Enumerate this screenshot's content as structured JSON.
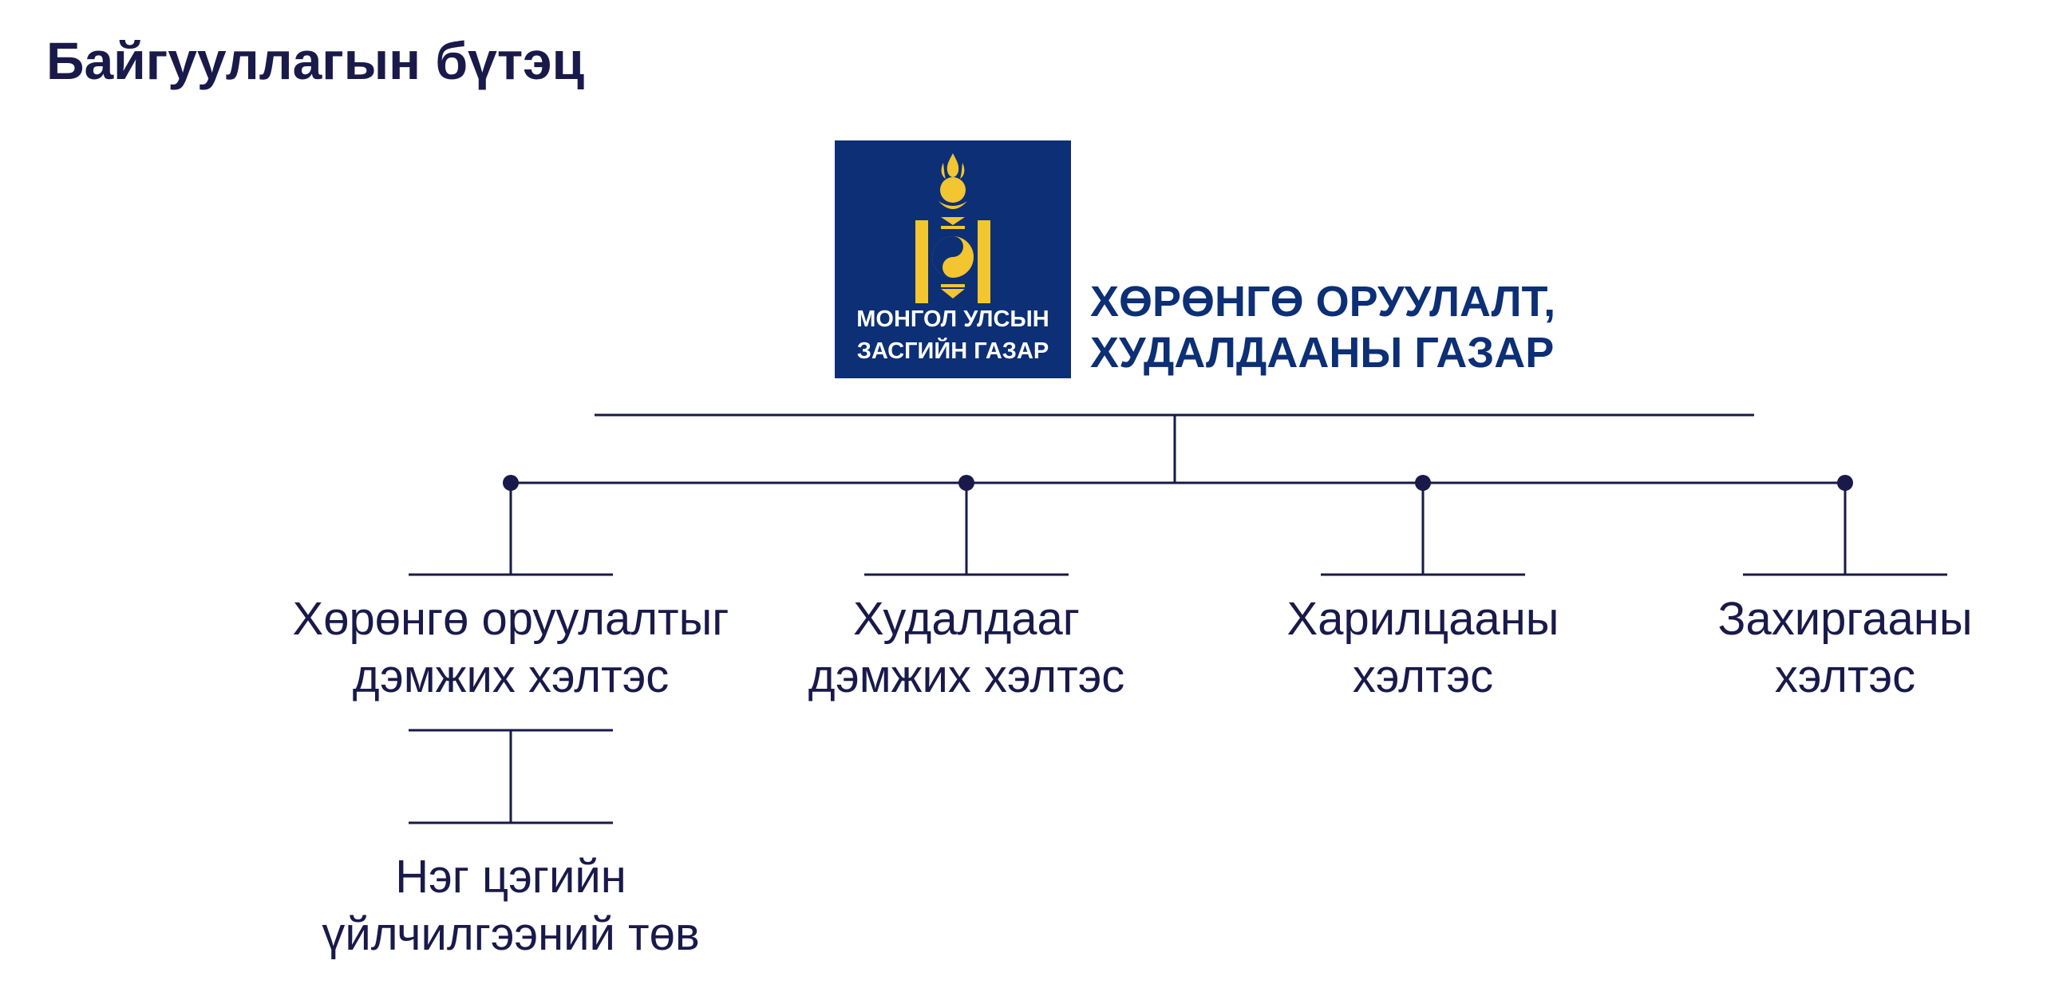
{
  "page": {
    "title": "Байгууллагын бүтэц"
  },
  "organization": {
    "logo": {
      "icon": "soyombo-emblem-icon",
      "line1": "МОНГОЛ УЛСЫН",
      "line2": "ЗАСГИЙН ГАЗАР",
      "background_color": "#0c2f75",
      "emblem_color": "#f2c531"
    },
    "name_line1": "ХӨРӨНГӨ ОРУУЛАЛТ,",
    "name_line2": "ХУДАЛДААНЫ ГАЗАР"
  },
  "departments": [
    {
      "line1": "Хөрөнгө оруулалтыг",
      "line2": "дэмжих хэлтэс"
    },
    {
      "line1": "Худалдааг",
      "line2": "дэмжих хэлтэс"
    },
    {
      "line1": "Харилцааны",
      "line2": "хэлтэс"
    },
    {
      "line1": "Захиргааны",
      "line2": "хэлтэс"
    }
  ],
  "sub_units": [
    {
      "parent": "Хөрөнгө оруулалтыг дэмжих хэлтэс",
      "line1": "Нэг цэгийн",
      "line2": "үйлчилгээний төв"
    }
  ],
  "colors": {
    "text": "#191a4a",
    "line": "#191a4a",
    "brand": "#0c2f75"
  }
}
